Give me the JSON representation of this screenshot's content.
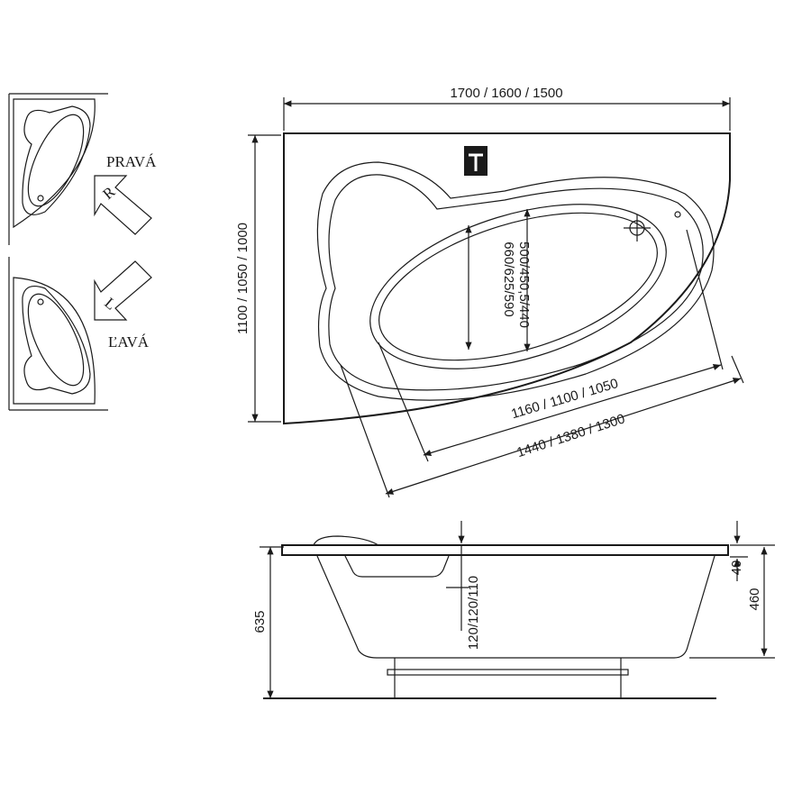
{
  "labels": {
    "right": "PRAVÁ",
    "left": "ĽAVÁ",
    "right_arrow_letter": "R",
    "left_arrow_letter": "L"
  },
  "plan_dimensions": {
    "overall_length": "1700 / 1600 / 1500",
    "overall_width": "1100 / 1050 / 1000",
    "inner_width_top": "660/625/590",
    "inner_width_bottom": "500/450,5/440",
    "inner_length": "1160 / 1100 / 1050",
    "outer_diagonal": "1440 / 1380 / 1300"
  },
  "side_dimensions": {
    "total_height": "635",
    "tub_depth": "460",
    "rim_thickness": "40",
    "seat_depth": "120/120/110"
  }
}
